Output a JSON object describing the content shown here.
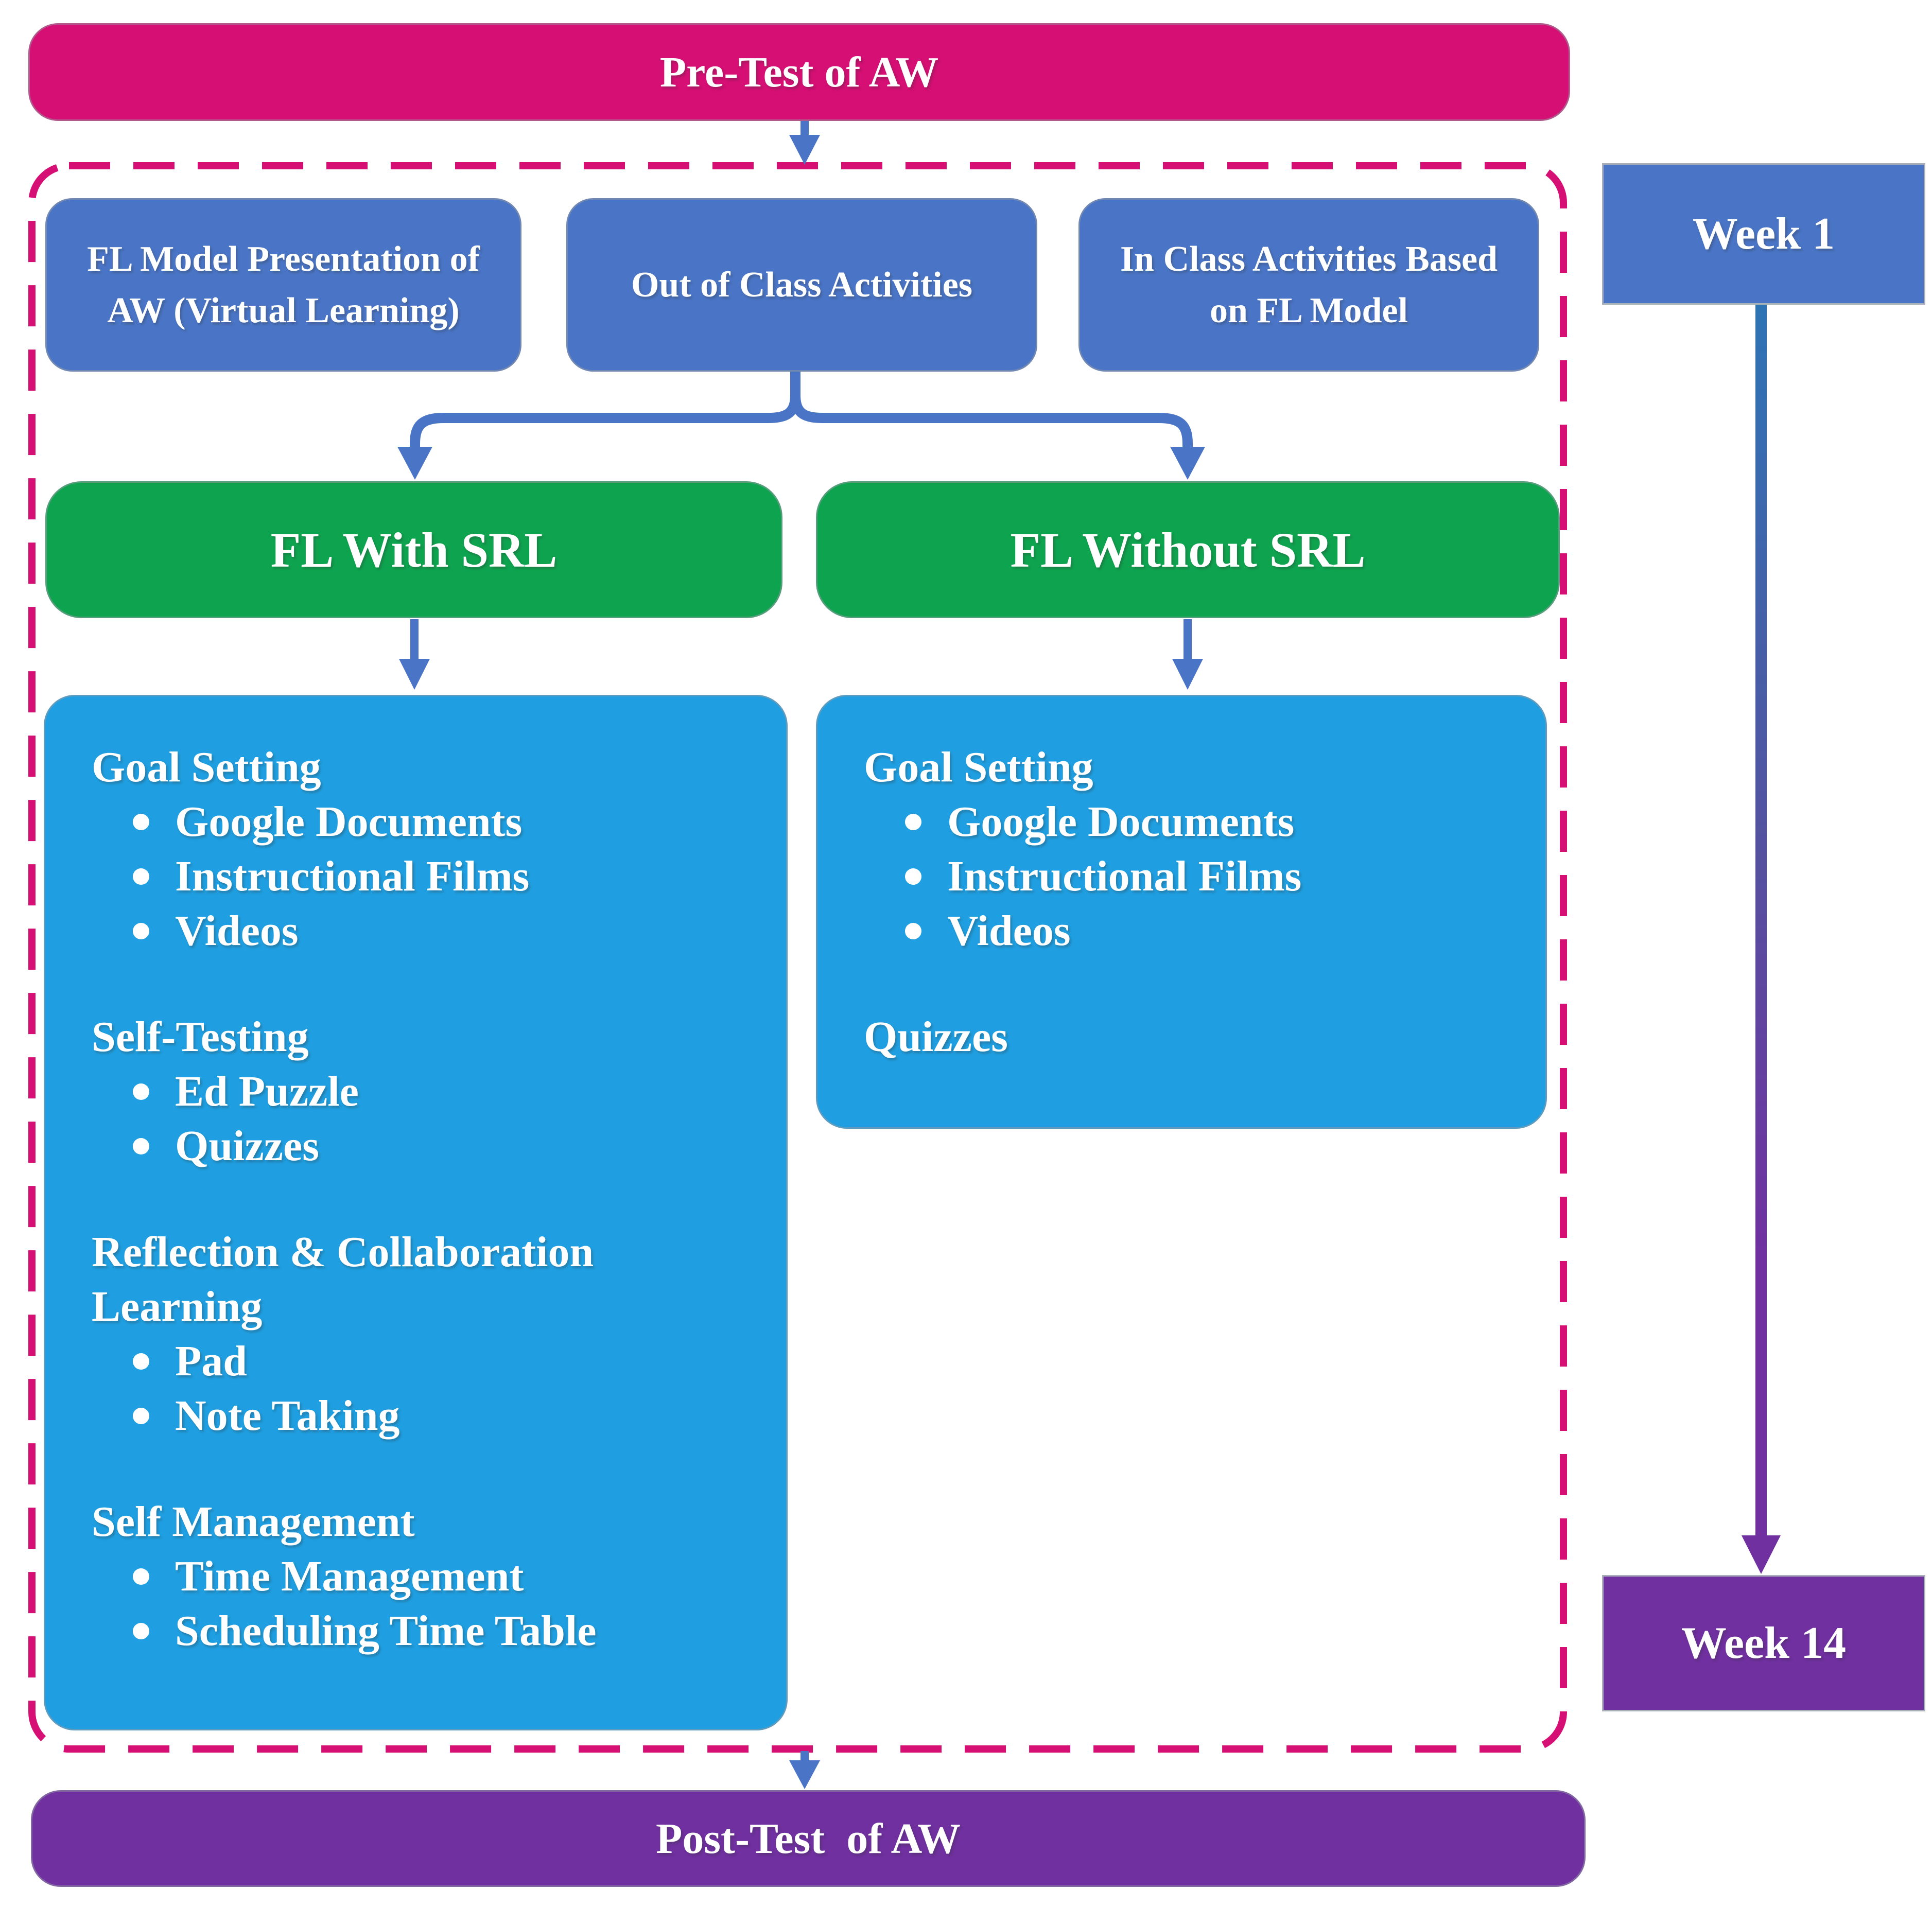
{
  "pre_test": {
    "label": "Pre-Test of AW"
  },
  "post_test": {
    "label": "Post-Test  of AW"
  },
  "top_row": {
    "box1": "FL Model Presentation of AW (Virtual Learning)",
    "box2": "Out of Class Activities",
    "box3": "In Class Activities Based on FL Model"
  },
  "branches": {
    "with_srl": "FL With SRL",
    "without_srl": "FL Without SRL"
  },
  "srl_detail": {
    "sections": [
      {
        "heading": "Goal Setting",
        "items": [
          "Google Documents",
          "Instructional Films",
          "Videos"
        ]
      },
      {
        "heading": "Self-Testing",
        "items": [
          "Ed Puzzle",
          "Quizzes"
        ]
      },
      {
        "heading": "Reflection & Collaboration Learning",
        "items": [
          "Pad",
          "Note Taking"
        ]
      },
      {
        "heading": "Self Management",
        "items": [
          "Time Management",
          "Scheduling Time Table"
        ]
      }
    ]
  },
  "no_srl_detail": {
    "sections": [
      {
        "heading": "Goal Setting",
        "items": [
          "Google Documents",
          "Instructional Films",
          "Videos"
        ]
      },
      {
        "heading": "Quizzes",
        "items": []
      }
    ]
  },
  "timeline": {
    "start": "Week 1",
    "end": "Week 14"
  },
  "colors": {
    "magenta": "#D50F74",
    "blue": "#4A75C6",
    "green": "#0EA44F",
    "light_blue": "#1F9FE1",
    "purple": "#7030A0",
    "week_line_top": "#2E74B5"
  }
}
